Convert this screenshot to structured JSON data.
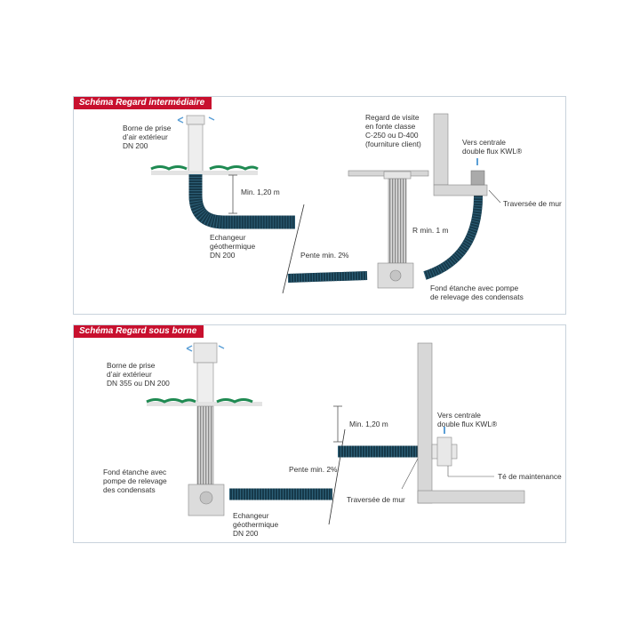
{
  "colors": {
    "title_bg": "#c8102e",
    "pipe": "#16394a",
    "pipe_light": "#2d6078",
    "grass": "#1f8a52",
    "ground": "#e3e3e3",
    "wall": "#d7d7d7",
    "arrow_blue": "#5b9fd6"
  },
  "panel1": {
    "title": "Schéma Regard intermédiaire",
    "labels": {
      "borne": [
        "Borne de prise",
        "d’air extérieur",
        "DN 200"
      ],
      "min_depth": "Min. 1,20 m",
      "echangeur": [
        "Echangeur",
        "géothermique",
        "DN 200"
      ],
      "pente": "Pente min. 2%",
      "regard": [
        "Regard de visite",
        "en fonte classe",
        "C-250 ou D-400",
        "(fourniture client)"
      ],
      "vers_centrale": [
        "Vers centrale",
        "double flux KWL®"
      ],
      "traversee": "Traversée de mur",
      "rayon": "R min. 1 m",
      "fond": [
        "Fond étanche avec pompe",
        "de relevage des condensats"
      ]
    }
  },
  "panel2": {
    "title": "Schéma Regard sous borne",
    "labels": {
      "borne": [
        "Borne de prise",
        "d’air extérieur",
        "DN 355 ou DN 200"
      ],
      "min_depth": "Min. 1,20 m",
      "vers_centrale": [
        "Vers centrale",
        "double flux KWL®"
      ],
      "pente": "Pente min. 2%",
      "te": "Té de maintenance",
      "fond": [
        "Fond étanche avec",
        "pompe de relevage",
        "des condensats"
      ],
      "traversee": "Traversée de mur",
      "echangeur": [
        "Echangeur",
        "géothermique",
        "DN 200"
      ]
    }
  }
}
